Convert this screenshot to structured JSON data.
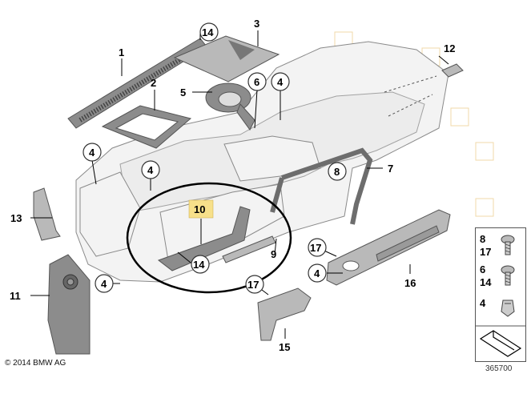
{
  "copyright": "© 2014 BMW AG",
  "doc_number": "365700",
  "callouts": {
    "c1": "1",
    "c2": "2",
    "c3": "3",
    "c4a": "4",
    "c4b": "4",
    "c4c": "4",
    "c4d": "4",
    "c4e": "4",
    "c5": "5",
    "c6": "6",
    "c7": "7",
    "c8": "8",
    "c9": "9",
    "c10": "10",
    "c11": "11",
    "c12": "12",
    "c13": "13",
    "c14a": "14",
    "c14b": "14",
    "c15": "15",
    "c16": "16",
    "c17a": "17",
    "c17b": "17"
  },
  "legend": {
    "row1_top": "8",
    "row1_bottom": "17",
    "row2_top": "6",
    "row2_bottom": "14",
    "row3": "4"
  },
  "colors": {
    "highlight": "#f7e08a",
    "outline": "#000000"
  }
}
